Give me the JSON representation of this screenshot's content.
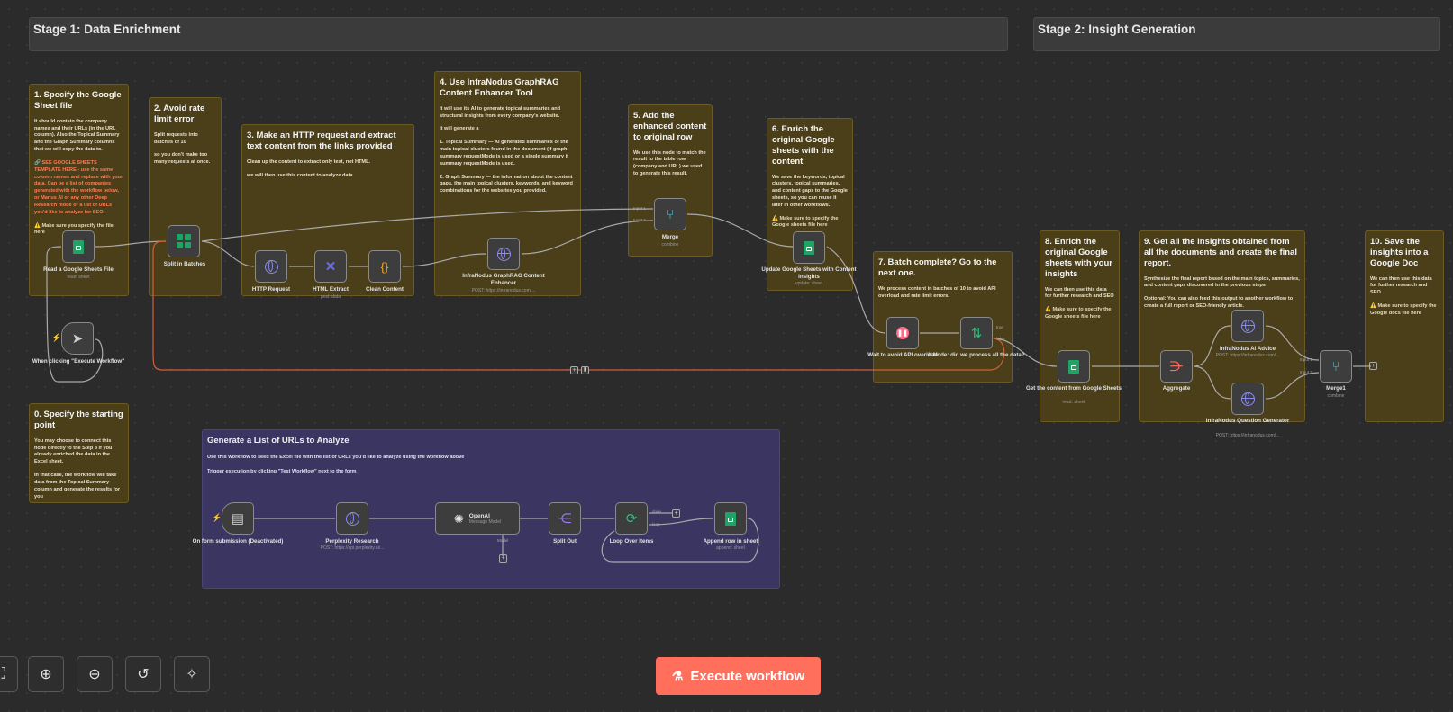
{
  "stages": {
    "stage1": "Stage 1: Data Enrichment",
    "stage2": "Stage 2: Insight Generation"
  },
  "notes": {
    "n1": {
      "title": "1. Specify the Google Sheet file",
      "p1": "It should contain the company names and their URLs (in the URL column). Also the Topical Summary and the Graph Summary columns that we will copy the data to.",
      "p2": "🔗 SEE GOOGLE SHEETS TEMPLATE HERE - use the same column names and replace with your data. Can be a list of companies generated with the workflow below, or Manus AI or any other Deep Research mode or a list of URLs you'd like to analyze for SEO.",
      "p3": "⚠️ Make sure you specify the file here"
    },
    "n2": {
      "title": "2. Avoid rate limit error",
      "p1": "Split requests into batches of 10",
      "p2": "so you don't make too many requests at once."
    },
    "n3": {
      "title": "3. Make an HTTP request and extract text content from the links provided",
      "p1": "Clean up the content to extract only text, not HTML.",
      "p2": "we will then use this content to analyze data"
    },
    "n4": {
      "title": "4. Use InfraNodus GraphRAG Content Enhancer Tool",
      "p1": "It will use its AI to generate topical summaries and structural insights from every company's website.",
      "p2": "It will generate a",
      "p3": "1. Topical Summary — AI generated summaries of the main topical clusters found in the document (if graph summary requestMode is used or a single summary if summary requestMode is used.",
      "p4": "2. Graph Summary — the information about the content gaps, the main topical clusters, keywords, and keyword combinations for the websites you provided."
    },
    "n5": {
      "title": "5. Add the enhanced content to original row",
      "p1": "We use this node to match the result to the table row (company and URL) we used to generate this result."
    },
    "n6": {
      "title": "6. Enrich the original Google sheets with the content",
      "p1": "We save the keywords, topical clusters, topical summaries, and content gaps to the Google sheets, so you can reuse it later in other workflows.",
      "p2": "⚠️ Make sure to specify the Google sheets file here"
    },
    "n7": {
      "title": "7. Batch complete? Go to the next one.",
      "p1": "We process content in batches of 10 to avoid API overload and rate limit errors."
    },
    "n8": {
      "title": "8. Enrich the original Google sheets with your insights",
      "p1": "We can then use this data for further research and SEO",
      "p2": "⚠️ Make sure to specify the Google sheets file here"
    },
    "n9": {
      "title": "9. Get all the insights obtained from all the documents and create the final report.",
      "p1": "Synthesize the final report based on the main topics, summaries, and content gaps discovered in the previous steps",
      "p2": "Optional: You can also feed this output to another workflow to create a full report or SEO-friendly article."
    },
    "n10": {
      "title": "10. Save the insights into a Google Doc",
      "p1": "We can then use this data for further research and SEO",
      "p2": "⚠️ Make sure to specify the Google docs file here"
    },
    "n0": {
      "title": "0. Specify the starting point",
      "p1": "You may choose to connect this node directly to the Step 8 if you already enriched the data in the Excel sheet.",
      "p2": "In that case, the workflow will take data from the Topical Summary column and generate the results for you"
    },
    "purple": {
      "title": "Generate a List of URLs to Analyze",
      "p1": "Use this workflow to seed the Excel file with the list of URLs you'd like to analyze using the workflow above",
      "p2": "Trigger execution by clicking \"Test Workflow\" next to the form"
    }
  },
  "nodes": {
    "read_sheet": {
      "label": "Read a Google Sheets File",
      "sub": "read: sheet",
      "icon": "google-sheets-icon"
    },
    "trigger": {
      "label": "When clicking \"Execute Workflow\"",
      "icon": "cursor-icon"
    },
    "split": {
      "label": "Split in Batches",
      "icon": "batch-grid-icon"
    },
    "http": {
      "label": "HTTP Request",
      "icon": "globe-icon"
    },
    "html": {
      "label": "HTML Extract",
      "sub": "post: data",
      "icon": "html-x-icon"
    },
    "clean": {
      "label": "Clean Content",
      "icon": "code-braces-icon"
    },
    "infranodus": {
      "label": "InfraNodus GraphRAG Content Enhancer",
      "sub": "POST: https://infranodus.com/...",
      "icon": "globe-icon"
    },
    "merge": {
      "label": "Merge",
      "sub": "combine",
      "input1": "Input 1",
      "input2": "Input 2",
      "icon": "merge-icon"
    },
    "update_sheet": {
      "label": "Update Google Sheets with Content Insights",
      "sub": "update: sheet",
      "icon": "google-sheets-icon"
    },
    "wait": {
      "label": "Wait to avoid API overload",
      "icon": "pause-icon"
    },
    "if": {
      "label": "If Node: did we process all the data?",
      "true": "true",
      "false": "false",
      "icon": "if-branch-icon"
    },
    "get_content": {
      "label": "Get the content from Google Sheets",
      "sub": "read: sheet",
      "icon": "google-sheets-icon"
    },
    "aggregate": {
      "label": "Aggregate",
      "icon": "aggregate-icon"
    },
    "ai_advice": {
      "label": "InfraNodus AI Advice",
      "sub": "POST: https://infranodus.com/...",
      "icon": "globe-icon"
    },
    "question": {
      "label": "InfraNodus Question Generator",
      "sub": "POST: https://infranodus.com/...",
      "icon": "globe-icon"
    },
    "merge1": {
      "label": "Merge1",
      "sub": "combine",
      "input1": "Input 1",
      "input2": "Input 2",
      "icon": "merge-icon"
    },
    "form": {
      "label": "On form submission (Deactivated)",
      "icon": "form-icon"
    },
    "perplexity": {
      "label": "Perplexity Research",
      "sub": "POST: https://api.perplexity.ai/...",
      "icon": "globe-icon"
    },
    "openai": {
      "label": "OpenAI",
      "sub": "Message Model",
      "model": "Model",
      "icon": "openai-icon"
    },
    "splitout": {
      "label": "Split Out",
      "icon": "split-out-icon"
    },
    "loop": {
      "label": "Loop Over Items",
      "done": "done",
      "loop": "loop",
      "icon": "loop-icon"
    },
    "append": {
      "label": "Append row in sheet",
      "sub": "append: sheet",
      "icon": "google-sheets-icon"
    }
  },
  "toolbar": {
    "fit": "⛶",
    "zoom_in": "⊕",
    "zoom_out": "⊖",
    "reset": "↺",
    "tidy": "✧"
  },
  "execute": {
    "label": "Execute workflow",
    "icon": "flask-icon"
  },
  "colors": {
    "accent": "#ff6f5c",
    "sticky": "#4b3f1a",
    "purple_note": "#3b3561",
    "edge": "#a9a9a9",
    "loop_edge": "#d0603c"
  }
}
